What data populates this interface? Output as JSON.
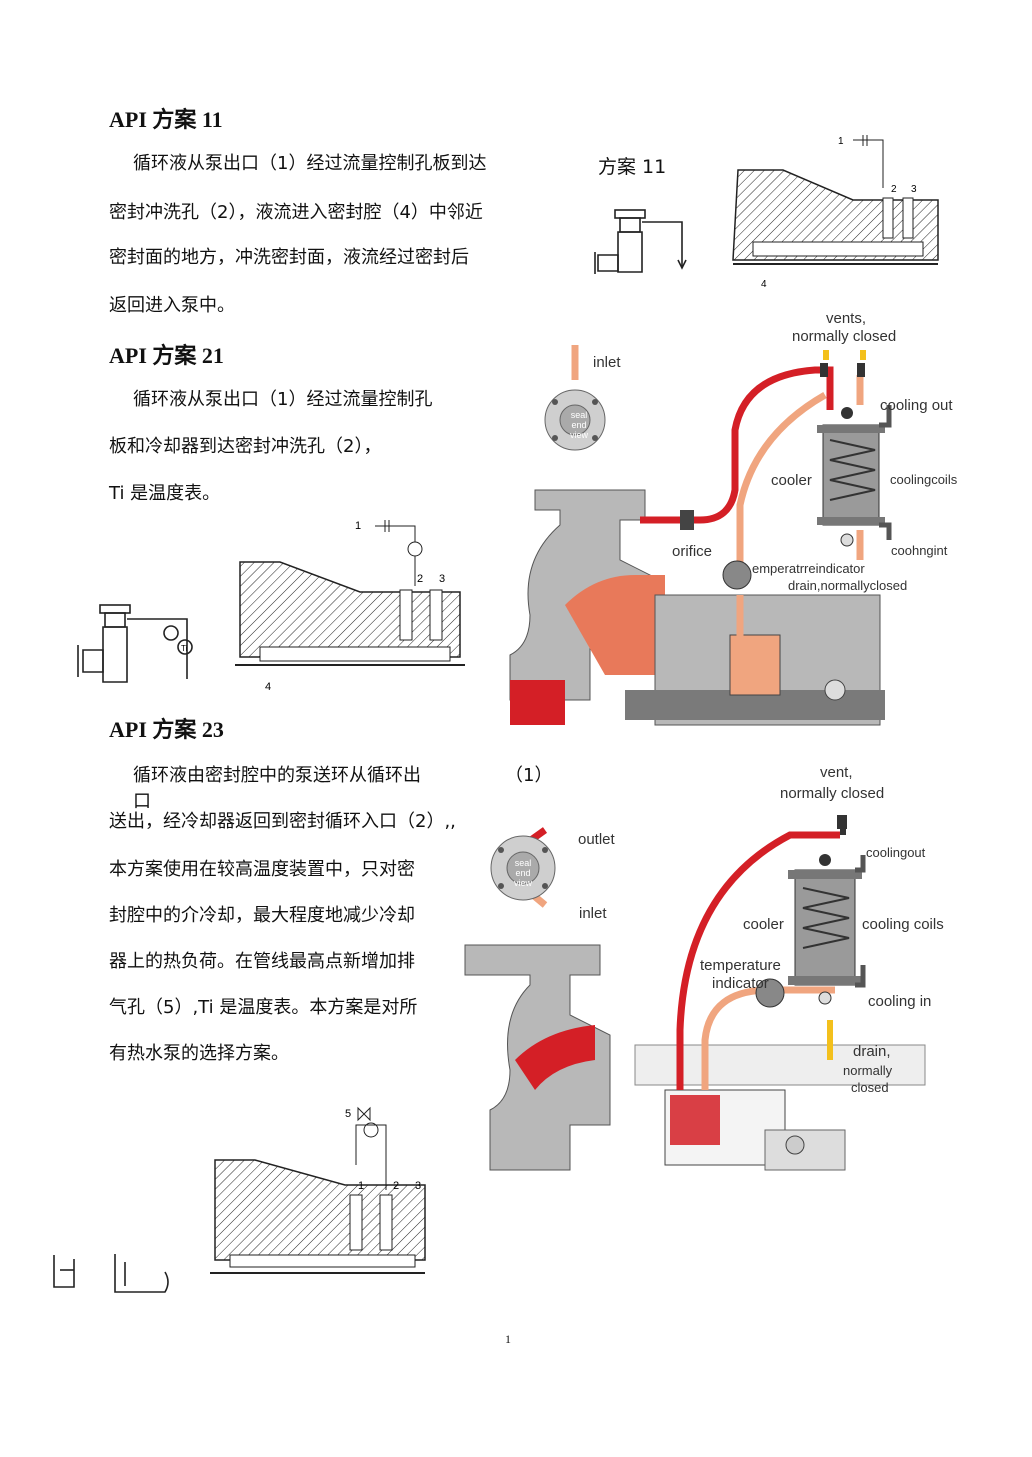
{
  "sections": [
    {
      "title": "API 方案 11",
      "lines": [
        "循环液从泵出口（1）经过流量控制孔板到达",
        "密封冲洗孔（2），液流进入密封腔（4）中邻近",
        "密封面的地方，冲洗密封面，液流经过密封后",
        "返回进入泵中。"
      ],
      "figure_caption": "方案 11",
      "markers": [
        "1",
        "2",
        "3",
        "4"
      ]
    },
    {
      "title": "API 方案 21",
      "lines": [
        "循环液从泵出口（1）经过流量控制孔",
        "板和冷却器到达密封冲洗孔（2），",
        "Ti 是温度表。"
      ],
      "markers": [
        "1",
        "2",
        "3",
        "4"
      ],
      "gauge_label": "Ti",
      "diagram_labels": {
        "vents": "vents,",
        "normally_closed": "normally closed",
        "inlet": "inlet",
        "seal_end_view": "seal end view",
        "cooling_out": "cooling out",
        "cooler": "cooler",
        "cooling_coils": "coolingcoils",
        "orifice": "orifice",
        "cooling_in": "coohngint",
        "temperature_indicator": "emperatrreindicator",
        "drain": "drain,normallyclosed"
      }
    },
    {
      "title": "API 方案 23",
      "marker_right": "（1）",
      "lines": [
        "循环液由密封腔中的泵送环从循环出",
        "口",
        "送出，经冷却器返回到密封循环入口（2）,,",
        "本方案使用在较高温度装置中，只对密",
        "封腔中的介冷却，最大程度地减少冷却",
        "器上的热负荷。在管线最高点新增加排",
        "气孔（5）,Ti 是温度表。本方案是对所",
        "有热水泵的选择方案。"
      ],
      "markers": [
        "5",
        "1",
        "2",
        "3"
      ],
      "diagram_labels": {
        "vent": "vent,",
        "normally_closed": "normally closed",
        "outlet": "outlet",
        "inlet": "inlet",
        "seal_end_view": "seal end view",
        "cooling_out": "coolingout",
        "cooler": "cooler",
        "cooling_coils": "cooling coils",
        "temperature": "temperature",
        "indicator": "indicator",
        "cooling_in": "cooling in",
        "drain": "drain,",
        "normally": "normally",
        "closed": "closed"
      }
    }
  ],
  "page_number": "1",
  "colors": {
    "hot_line": "#d41f26",
    "cool_line": "#f0a57f",
    "metal": "#b8b8b8",
    "dark_metal": "#7a7a7a"
  }
}
